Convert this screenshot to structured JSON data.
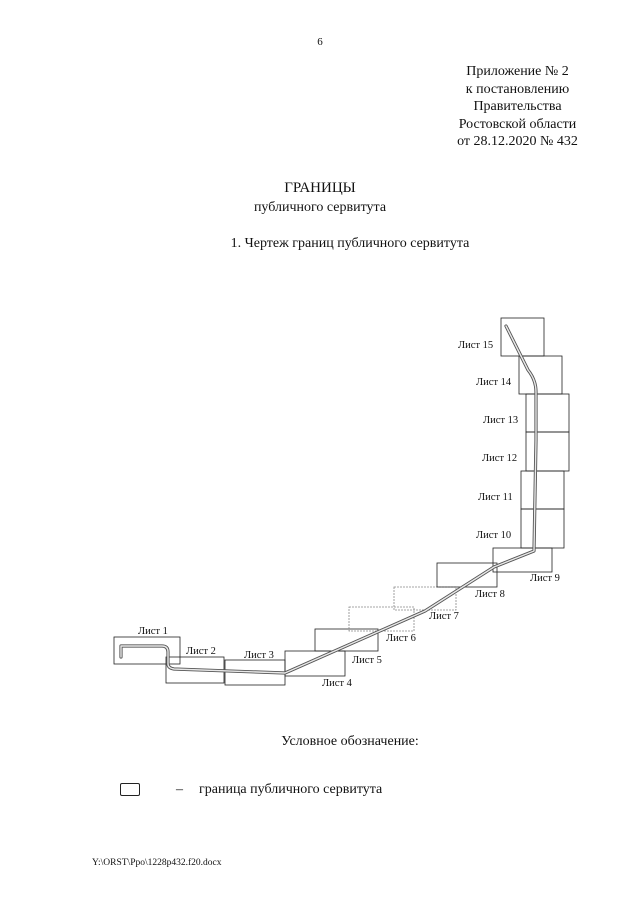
{
  "page_number": "6",
  "appendix": {
    "lines": [
      "Приложение № 2",
      "к постановлению",
      "Правительства",
      "Ростовской области",
      "от 28.12.2020 № 432"
    ]
  },
  "heading": {
    "title": "ГРАНИЦЫ",
    "subtitle": "публичного сервитута",
    "drawing_caption": "1. Чертеж границ публичного сервитута"
  },
  "sheets": [
    {
      "label": "Лист 1"
    },
    {
      "label": "Лист 2"
    },
    {
      "label": "Лист 3"
    },
    {
      "label": "Лист 4"
    },
    {
      "label": "Лист 5"
    },
    {
      "label": "Лист 6"
    },
    {
      "label": "Лист 7"
    },
    {
      "label": "Лист 8"
    },
    {
      "label": "Лист 9"
    },
    {
      "label": "Лист 10"
    },
    {
      "label": "Лист 11"
    },
    {
      "label": "Лист 12"
    },
    {
      "label": "Лист 13"
    },
    {
      "label": "Лист 14"
    },
    {
      "label": "Лист 15"
    }
  ],
  "legend": {
    "title": "Условное обозначение:",
    "dash": "–",
    "item_text": "граница публичного сервитута",
    "symbol_icon": "rounded-rectangle-outline-icon"
  },
  "footer": {
    "file_path": "Y:\\ORST\\Ppo\\1228p432.f20.docx"
  }
}
